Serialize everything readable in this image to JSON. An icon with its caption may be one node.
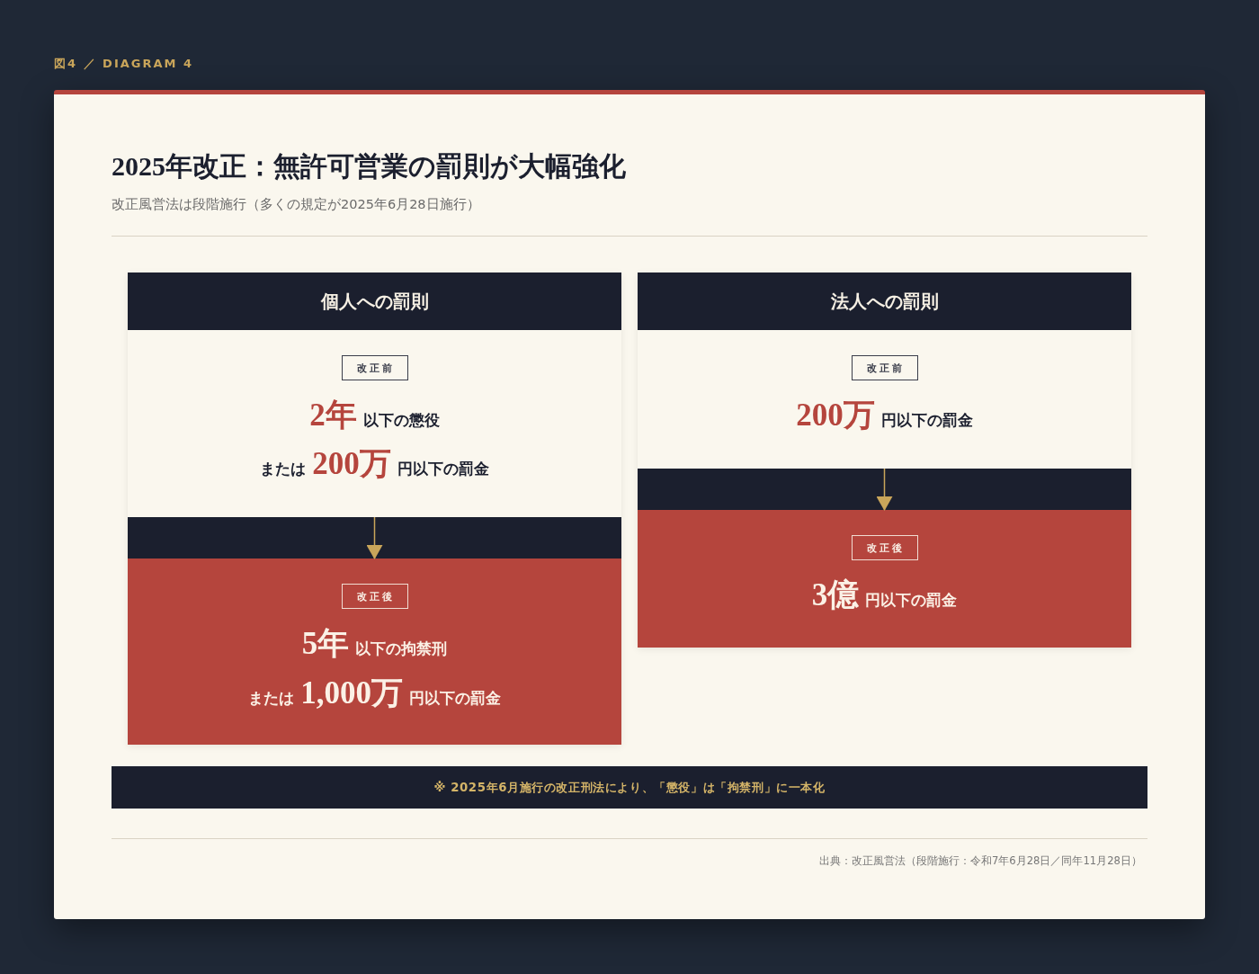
{
  "diagram": {
    "title": "2025年改正：無許可営業の罰則が大幅強化",
    "nodes": [
      {
        "text": [
          "個人への罰則"
        ]
      },
      {
        "text": [
          "2年",
          "以下の懲役",
          "または",
          "200万",
          "円以下の罰金"
        ],
        "in": 0
      },
      {
        "text": [
          "改正前"
        ],
        "in": 1
      },
      {
        "text": [
          "5年",
          "以下の拘禁刑",
          "または",
          "1,000万",
          "円以下の罰金"
        ],
        "in": 0
      },
      {
        "text": [
          "改正後"
        ],
        "in": 3
      },
      {
        "text": [
          "法人への罰則"
        ]
      },
      {
        "text": [
          "200万",
          "円以下の罰金"
        ],
        "in": 5
      },
      {
        "text": [
          "改正前"
        ],
        "in": 6
      },
      {
        "text": [
          "3億",
          "円以下の罰金"
        ],
        "in": 5
      },
      {
        "text": [
          "改正後"
        ],
        "in": 8
      },
      {
        "text": [
          "※ 2025年6月施行の改正刑法により、「懲役」は「拘禁刑」に一本化"
        ]
      }
    ],
    "edges": [
      {
        "from": 1,
        "to": 3,
        "arrow": "to"
      },
      {
        "from": 6,
        "to": 8,
        "arrow": "to"
      }
    ],
    "labels": [
      "図4 ／ DIAGRAM 4",
      "改正風営法は段階施行（多くの規定が2025年6月28日施行）",
      "出典：改正風営法（段階施行：令和7年6月28日／同年11月28日）"
    ]
  }
}
